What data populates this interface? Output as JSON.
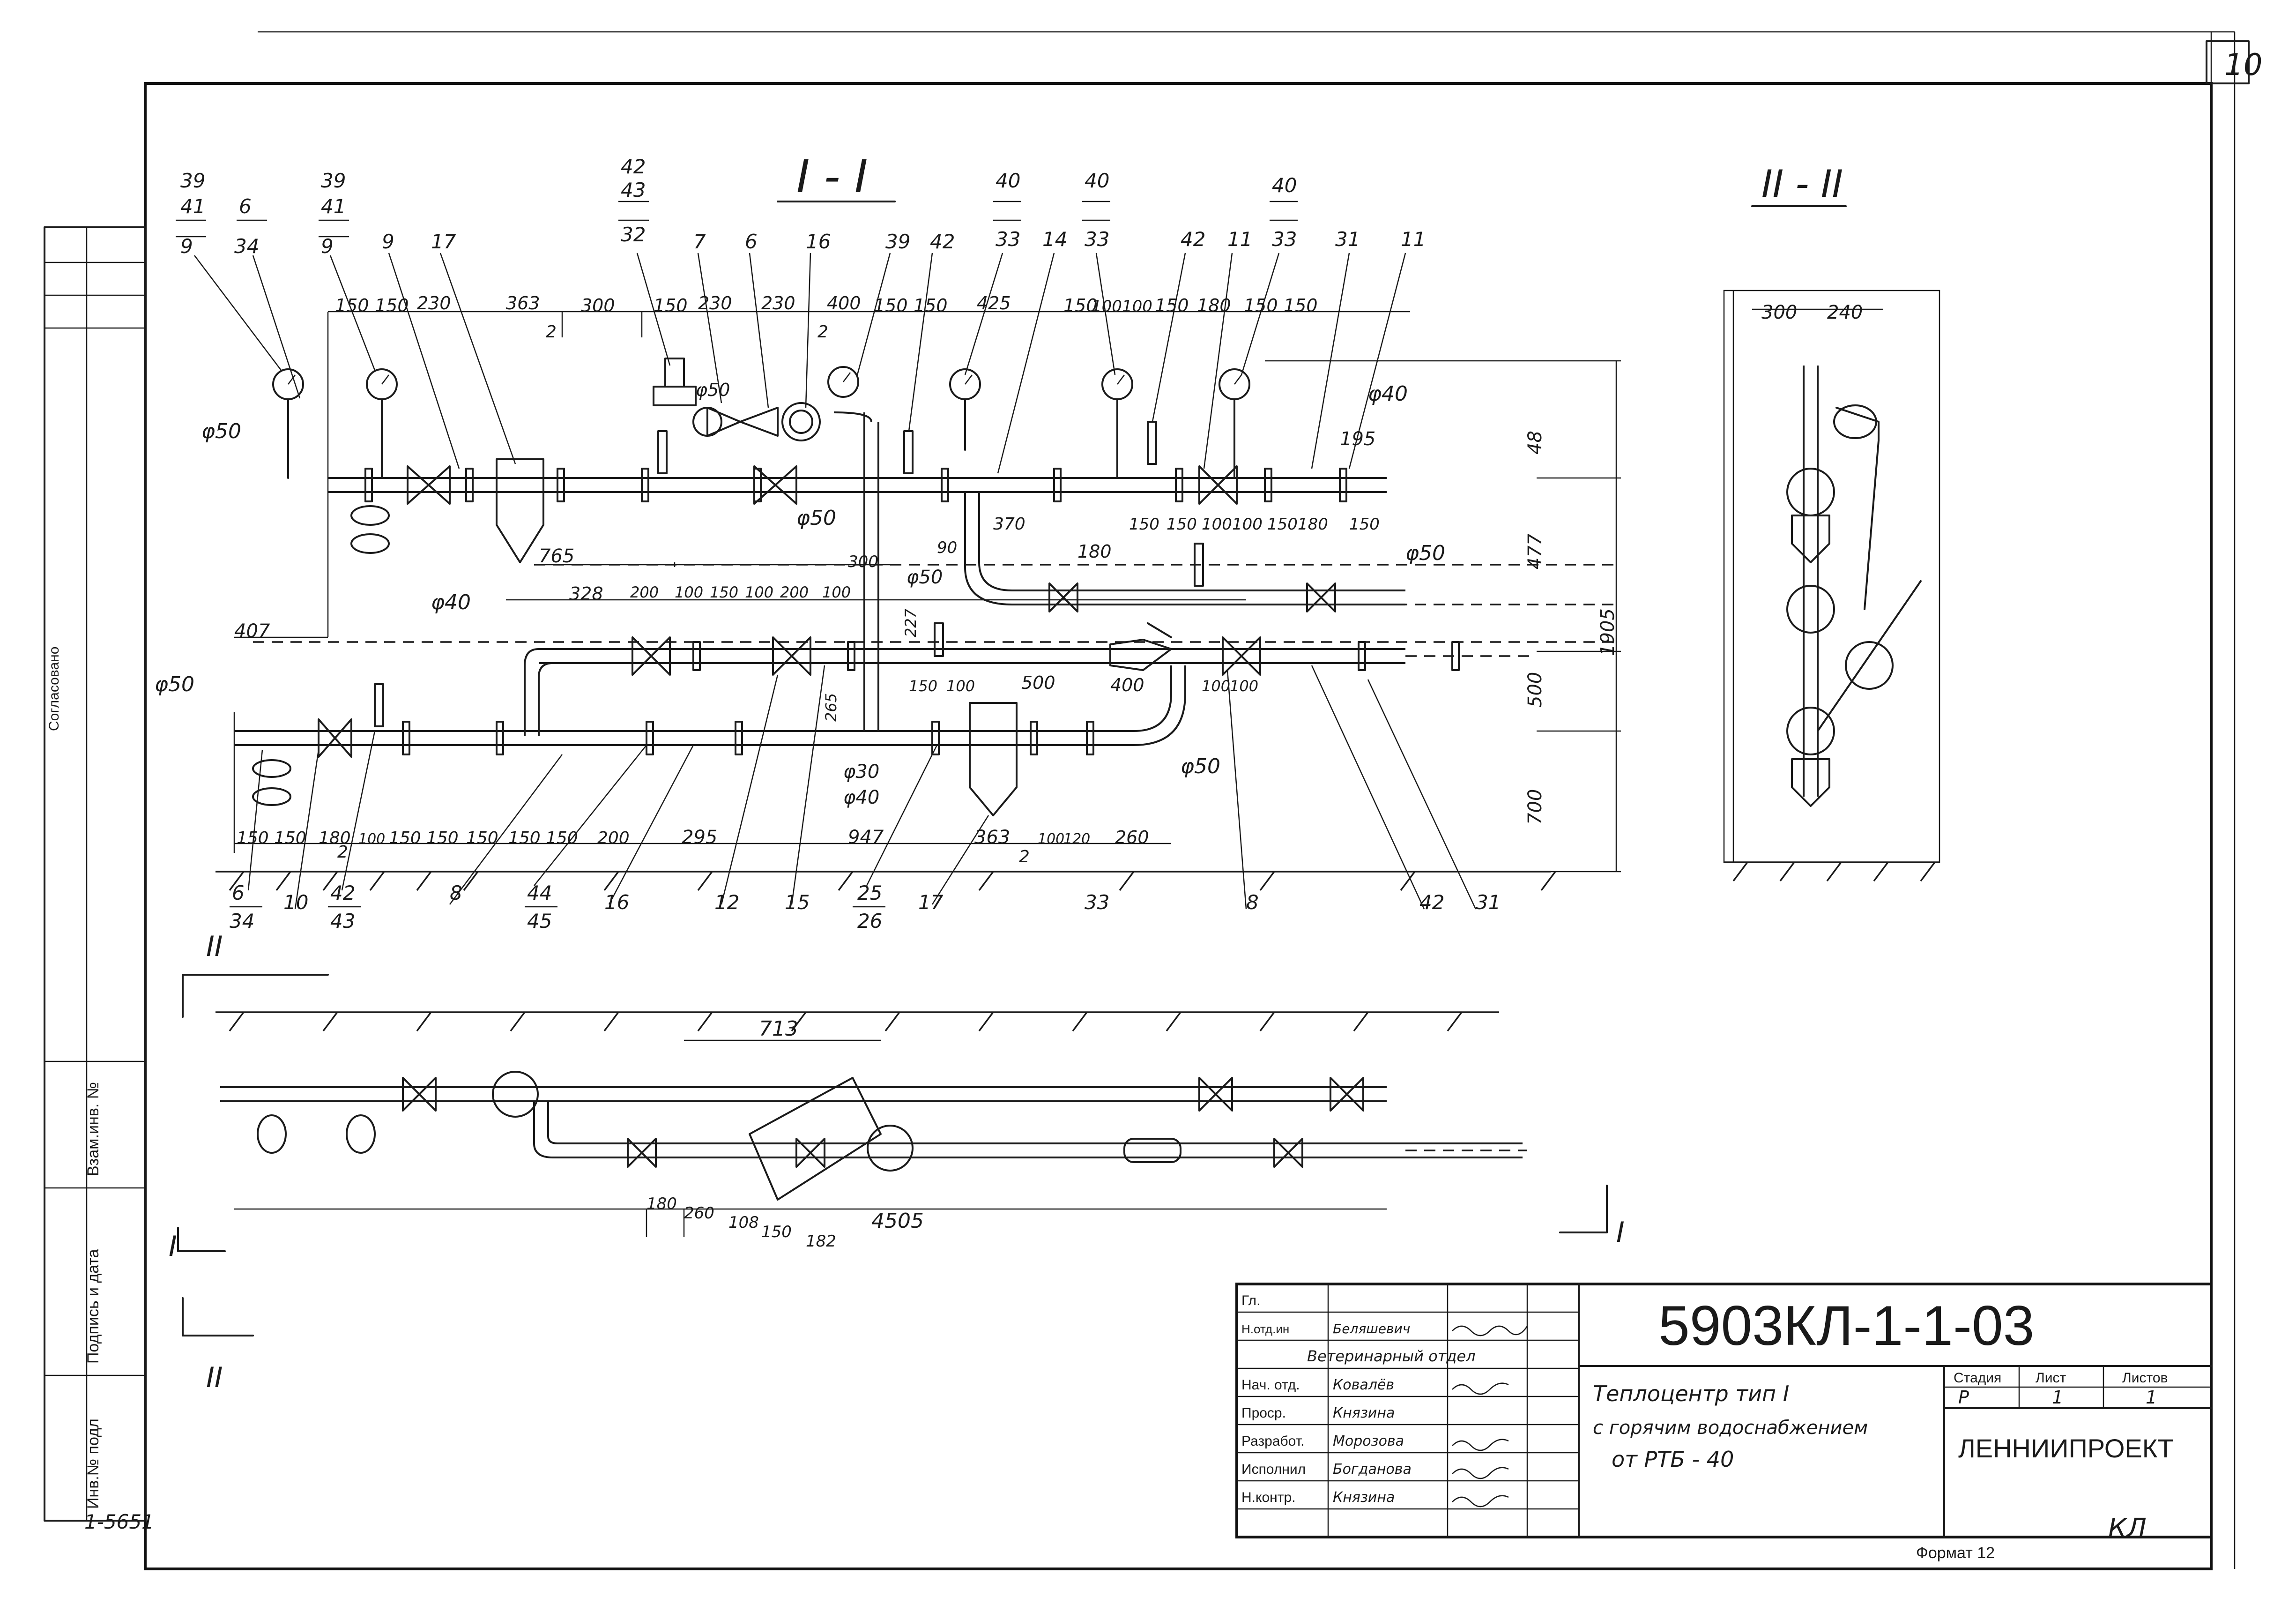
{
  "sheet_number": "10",
  "section_titles": {
    "s1": "I - I",
    "s2": "II - II"
  },
  "left_margin": {
    "side_label": "Согласовано",
    "rows": [
      "Взам.инв. №",
      "Подпись и дата",
      "Инв.№ подл"
    ],
    "bottom_code": "1-5651"
  },
  "dimensions": {
    "top_row": [
      "150",
      "150",
      "230",
      "363",
      "300",
      "150",
      "230",
      "230",
      "400",
      "150",
      "150",
      "425",
      "150",
      "100",
      "100",
      "150",
      "180",
      "150",
      "150"
    ],
    "middle_row": [
      "328",
      "200",
      "100",
      "150",
      "100",
      "200",
      "100",
      "150",
      "100",
      "500",
      "400",
      "100",
      "100",
      "180",
      "150",
      "150",
      "100",
      "100",
      "150",
      "180",
      "150"
    ],
    "bottom_row": [
      "150",
      "150",
      "180",
      "100",
      "150",
      "150",
      "150",
      "150",
      "150",
      "200",
      "295",
      "947",
      "363",
      "100",
      "120",
      "260"
    ],
    "misc": [
      "765",
      "407",
      "370",
      "90",
      "300",
      "227",
      "265",
      "195",
      "48",
      "477",
      "500",
      "700",
      "1905",
      "2",
      "2",
      "2",
      "2",
      "300",
      "240"
    ],
    "plan": [
      "713",
      "4505",
      "180",
      "260",
      "108",
      "150",
      "182"
    ]
  },
  "diameters": [
    "φ50",
    "φ50",
    "φ40",
    "φ50",
    "φ50",
    "φ50",
    "φ30",
    "φ40",
    "φ40",
    "φ50",
    "φ50"
  ],
  "callouts": {
    "top": [
      "39",
      "41",
      "9",
      "6",
      "34",
      "39",
      "41",
      "9",
      "9",
      "17",
      "42",
      "43",
      "32",
      "7",
      "6",
      "16",
      "39",
      "42",
      "40",
      "33",
      "14",
      "40",
      "33",
      "42",
      "11",
      "40",
      "33",
      "31",
      "11"
    ],
    "bottom": [
      "6",
      "34",
      "10",
      "42",
      "43",
      "8",
      "44",
      "45",
      "16",
      "12",
      "15",
      "25",
      "26",
      "17",
      "33",
      "8",
      "42",
      "31"
    ]
  },
  "marks": {
    "sec_label_1": "I",
    "sec_label_2": "II"
  },
  "title_block": {
    "doc_code": "5903КЛ-1-1-03",
    "title_lines": [
      "Теплоцентр тип I",
      "с горячим водоснабжением",
      "от РТБ - 40"
    ],
    "org": "ЛЕННИИПРОЕКТ",
    "headers": {
      "stage": "Стадия",
      "sheet": "Лист",
      "sheets": "Листов"
    },
    "values": {
      "stage": "Р",
      "sheet": "1",
      "sheets": "1"
    },
    "dept": "Ветеринарный отдел",
    "roles": [
      "Гл.",
      "Н.отд.ин",
      "Нач. отд.",
      "Проср.",
      "Разработ.",
      "Исполнил",
      "Н.контр."
    ],
    "names": [
      "",
      "Беляшевич",
      "Ковалёв",
      "Князина",
      "Морозова",
      "Богданова",
      "Князина"
    ],
    "format": "Формат 12",
    "corner_mark": "КЛ"
  }
}
